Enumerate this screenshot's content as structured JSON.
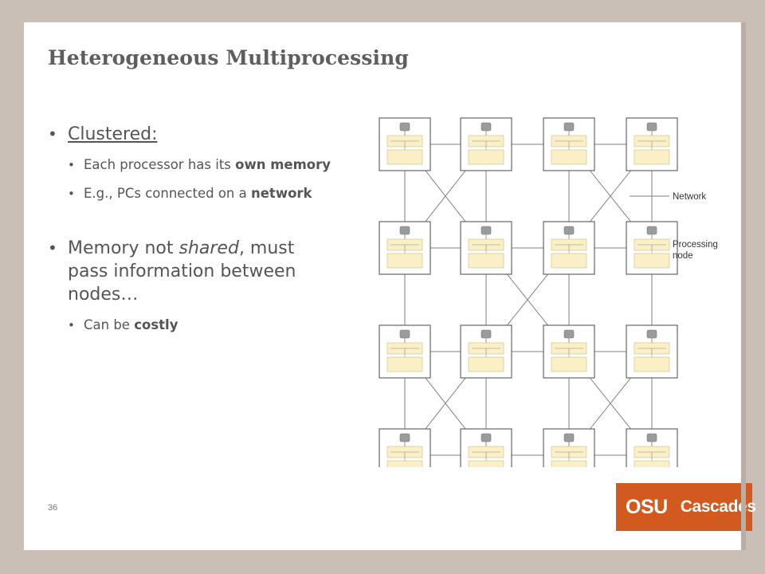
{
  "slide": {
    "title": "Heterogeneous Multiprocessing",
    "page_number": "36"
  },
  "bullets": {
    "clustered": "Clustered:",
    "own_memory_pre": "Each processor has its ",
    "own_memory_bold": "own memory",
    "network_pre": "E.g., PCs connected on a ",
    "network_bold": "network",
    "memory_pre": "Memory not ",
    "memory_ital": "shared",
    "memory_post": ", must pass information between nodes…",
    "costly_pre": "Can be ",
    "costly_bold": "costly"
  },
  "diagram": {
    "labels": {
      "network": "Network",
      "processing_line1": "Processing",
      "processing_line2": "node"
    },
    "grid": {
      "rows": 4,
      "cols": 4
    },
    "colors": {
      "line": "#7f7f7f",
      "node_border": "#666666",
      "memory_fill": "#fbefc6",
      "cpu_fill": "#9b9b9b"
    }
  },
  "logo": {
    "left_text": "OSU",
    "right_text": "Cascades",
    "color": "#d35a1f"
  }
}
